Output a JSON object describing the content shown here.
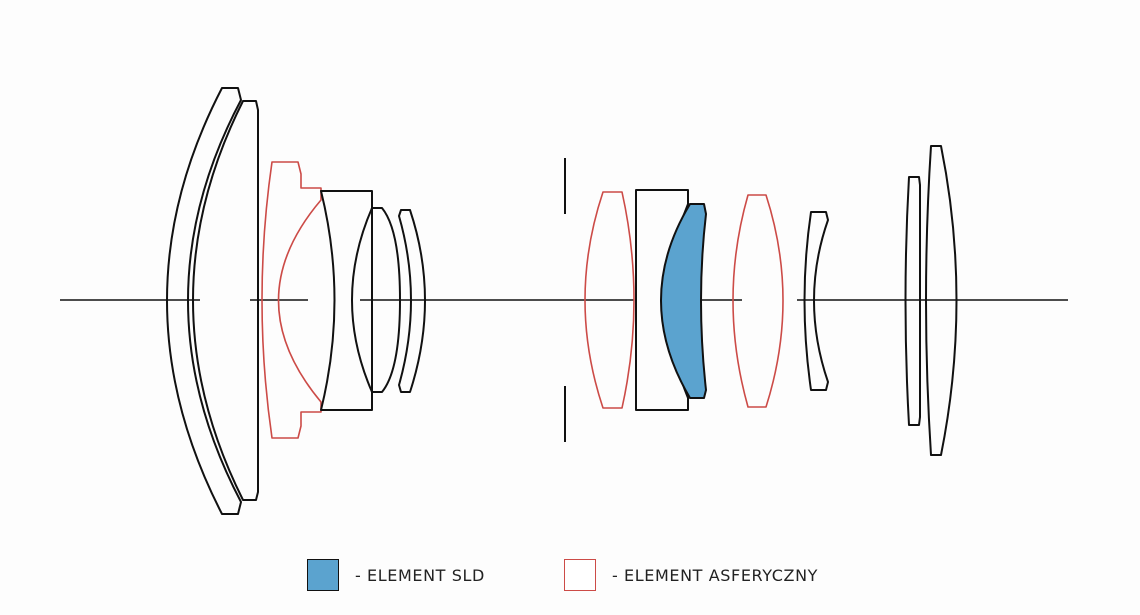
{
  "colors": {
    "outline": "#111111",
    "aspherical": "#cc4b47",
    "sld_fill": "#5ba3cf"
  },
  "diagram": {
    "elements": [
      {
        "id": 1,
        "type": "standard"
      },
      {
        "id": 2,
        "type": "standard"
      },
      {
        "id": 3,
        "type": "aspherical"
      },
      {
        "id": 4,
        "type": "standard"
      },
      {
        "id": 5,
        "type": "standard"
      },
      {
        "id": 6,
        "type": "standard"
      },
      {
        "id": 7,
        "type": "aspherical"
      },
      {
        "id": 8,
        "type": "standard"
      },
      {
        "id": 9,
        "type": "sld"
      },
      {
        "id": 10,
        "type": "aspherical"
      },
      {
        "id": 11,
        "type": "standard"
      },
      {
        "id": 12,
        "type": "standard"
      },
      {
        "id": 13,
        "type": "standard"
      }
    ]
  },
  "legend": {
    "sld_label": "- ELEMENT SLD",
    "aspherical_label": "- ELEMENT ASFERYCZNY"
  }
}
